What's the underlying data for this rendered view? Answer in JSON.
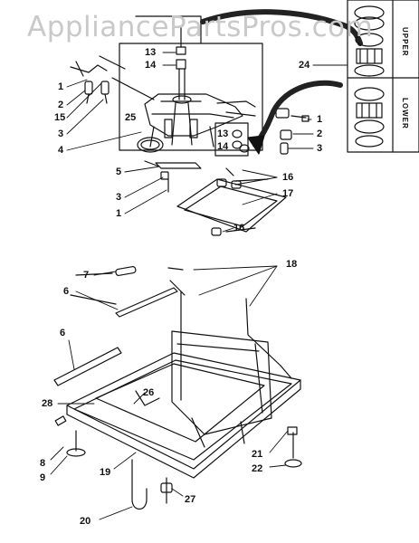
{
  "watermark": "AppliancePartsPros.com",
  "inset": {
    "upper_label": "UPPER",
    "lower_label": "LOWER"
  },
  "callouts": [
    {
      "id": "c13a",
      "text": "13"
    },
    {
      "id": "c14a",
      "text": "14"
    },
    {
      "id": "c24",
      "text": "24"
    },
    {
      "id": "c1a",
      "text": "1"
    },
    {
      "id": "c2a",
      "text": "2"
    },
    {
      "id": "c15",
      "text": "15"
    },
    {
      "id": "c3a",
      "text": "3"
    },
    {
      "id": "c4",
      "text": "4"
    },
    {
      "id": "c25",
      "text": "25"
    },
    {
      "id": "c1b",
      "text": "1"
    },
    {
      "id": "c2b",
      "text": "2"
    },
    {
      "id": "c3b",
      "text": "3"
    },
    {
      "id": "c13b",
      "text": "13"
    },
    {
      "id": "c14b",
      "text": "14"
    },
    {
      "id": "c5",
      "text": "5"
    },
    {
      "id": "c3c",
      "text": "3"
    },
    {
      "id": "c1c",
      "text": "1"
    },
    {
      "id": "c16a",
      "text": "16"
    },
    {
      "id": "c17",
      "text": "17"
    },
    {
      "id": "c16b",
      "text": "16"
    },
    {
      "id": "c7",
      "text": "7"
    },
    {
      "id": "c18",
      "text": "18"
    },
    {
      "id": "c6a",
      "text": "6"
    },
    {
      "id": "c6b",
      "text": "6"
    },
    {
      "id": "c28",
      "text": "28"
    },
    {
      "id": "c26",
      "text": "26"
    },
    {
      "id": "c8",
      "text": "8"
    },
    {
      "id": "c9",
      "text": "9"
    },
    {
      "id": "c19",
      "text": "19"
    },
    {
      "id": "c21",
      "text": "21"
    },
    {
      "id": "c22",
      "text": "22"
    },
    {
      "id": "c20",
      "text": "20"
    },
    {
      "id": "c27",
      "text": "27"
    }
  ]
}
